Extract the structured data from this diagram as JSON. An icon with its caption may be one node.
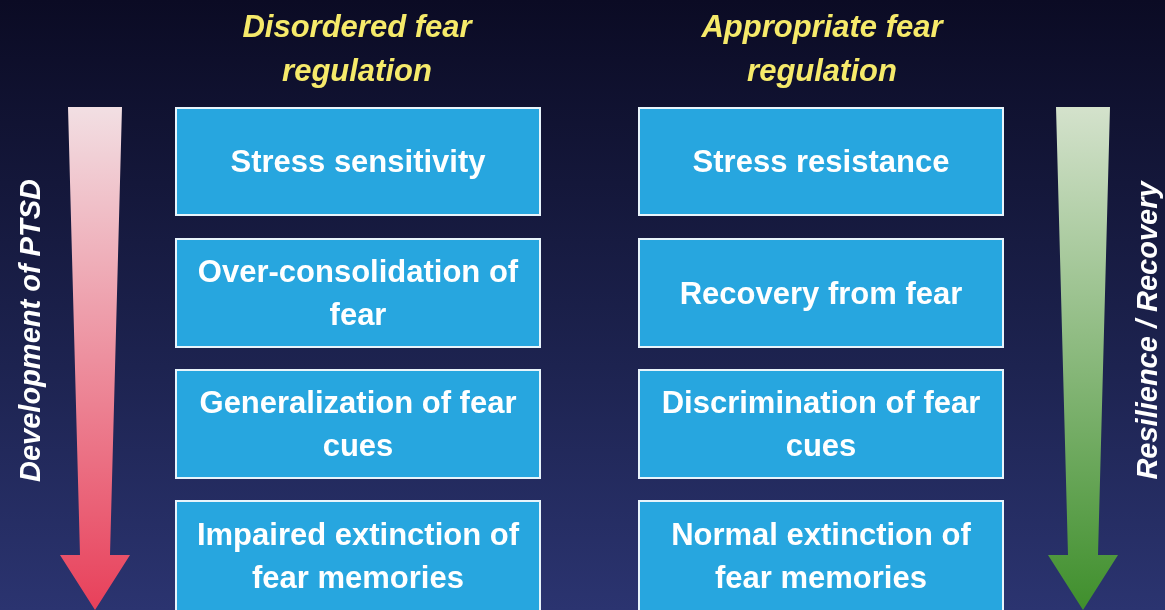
{
  "diagram": {
    "nodes": [
      {
        "text": [
          "Stress sensitivity"
        ]
      },
      {
        "text": [
          "Over-consolidation of fear"
        ]
      },
      {
        "text": [
          "Generalization of fear cues"
        ]
      },
      {
        "text": [
          "Impaired extinction of fear memories"
        ]
      },
      {
        "text": [
          "Stress resistance"
        ]
      },
      {
        "text": [
          "Recovery from fear"
        ]
      },
      {
        "text": [
          "Discrimination of fear cues"
        ]
      },
      {
        "text": [
          "Normal extinction of fear memories"
        ]
      }
    ],
    "labels": [
      "Disordered fear regulation",
      "Appropriate fear regulation",
      "Development of PTSD",
      "Resilience / Recovery"
    ]
  }
}
